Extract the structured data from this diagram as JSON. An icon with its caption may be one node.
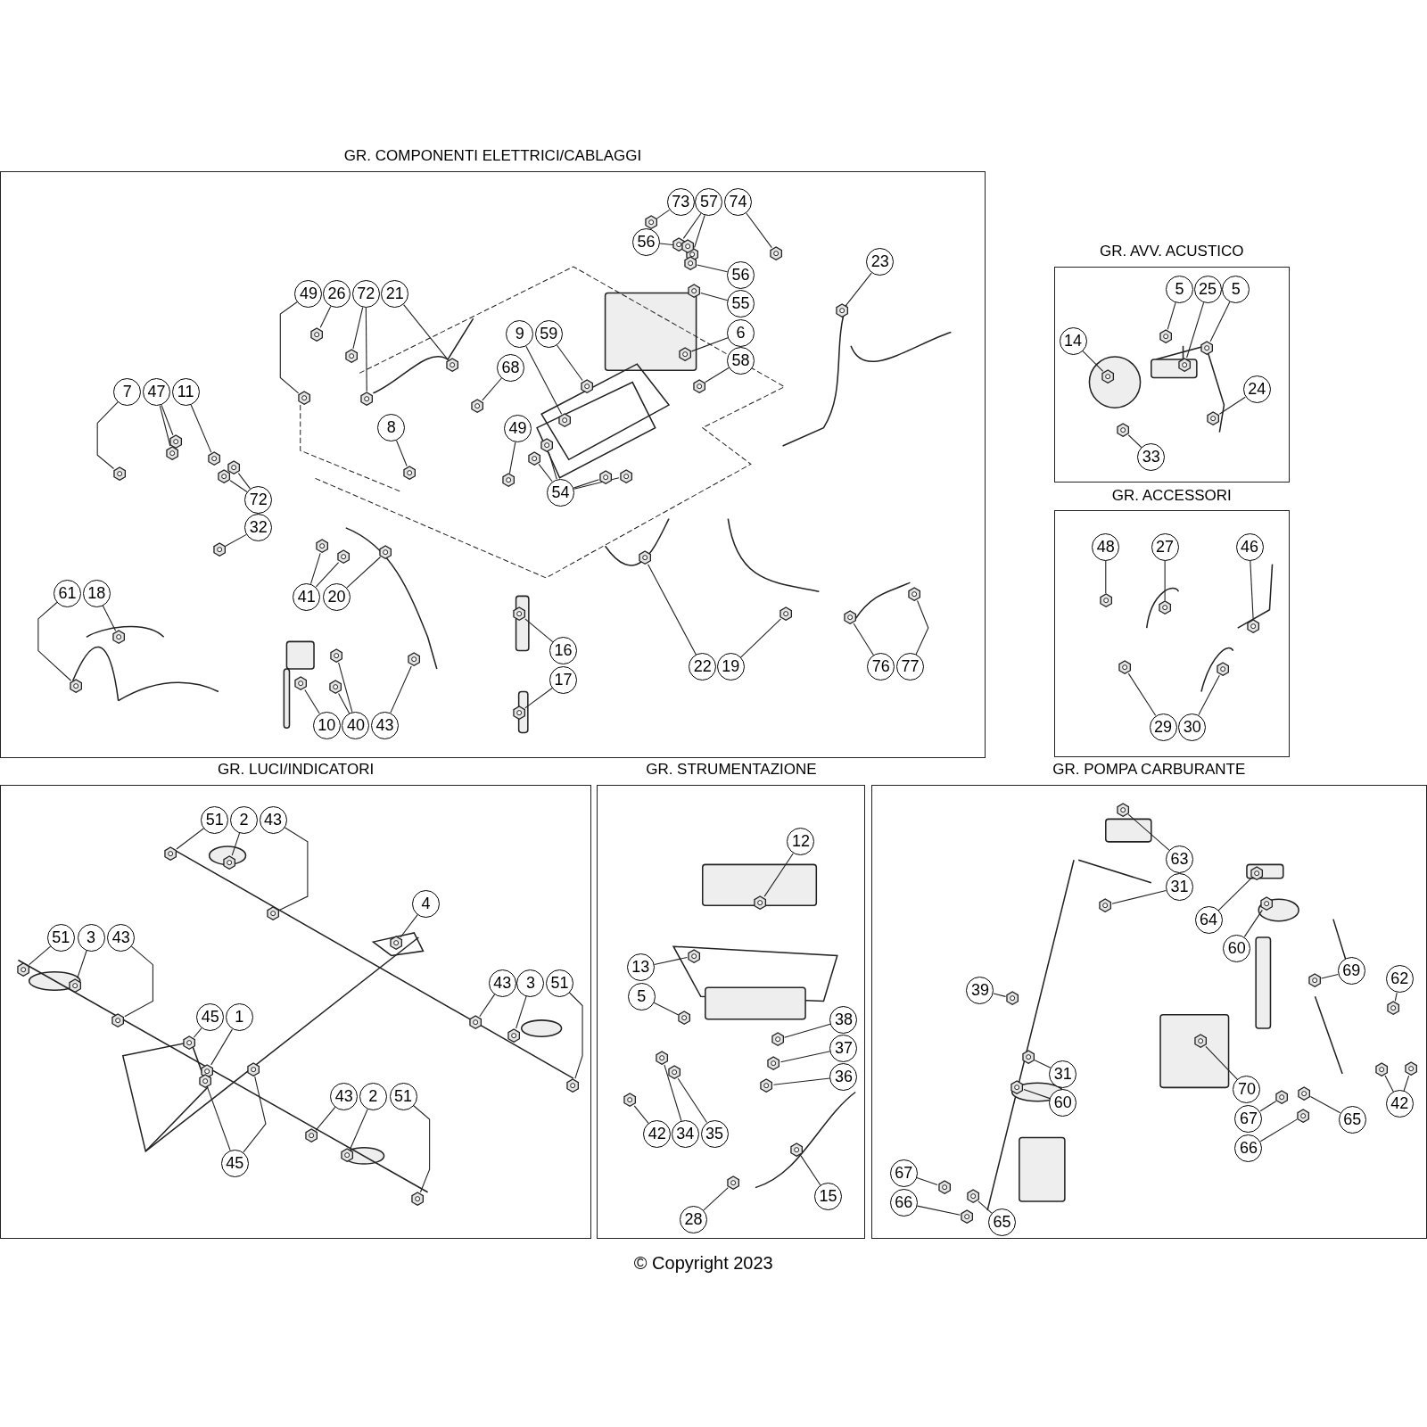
{
  "diagram": {
    "nodes": [
      {
        "text": [
          "GR. COMPONENTI ELETTRICI/CABLAGGI"
        ]
      },
      {
        "text": [
          "73"
        ],
        "in": 0
      },
      {
        "text": [
          "57"
        ],
        "in": 0
      },
      {
        "text": [
          "74"
        ],
        "in": 0
      },
      {
        "text": [
          "56"
        ],
        "in": 0
      },
      {
        "text": [
          "56"
        ],
        "in": 0
      },
      {
        "text": [
          "23"
        ],
        "in": 0
      },
      {
        "text": [
          "49"
        ],
        "in": 0
      },
      {
        "text": [
          "26"
        ],
        "in": 0
      },
      {
        "text": [
          "72"
        ],
        "in": 0
      },
      {
        "text": [
          "21"
        ],
        "in": 0
      },
      {
        "text": [
          "55"
        ],
        "in": 0
      },
      {
        "text": [
          "6"
        ],
        "in": 0
      },
      {
        "text": [
          "9"
        ],
        "in": 0
      },
      {
        "text": [
          "59"
        ],
        "in": 0
      },
      {
        "text": [
          "58"
        ],
        "in": 0
      },
      {
        "text": [
          "68"
        ],
        "in": 0
      },
      {
        "text": [
          "7"
        ],
        "in": 0
      },
      {
        "text": [
          "47"
        ],
        "in": 0
      },
      {
        "text": [
          "11"
        ],
        "in": 0
      },
      {
        "text": [
          "8"
        ],
        "in": 0
      },
      {
        "text": [
          "49"
        ],
        "in": 0
      },
      {
        "text": [
          "54"
        ],
        "in": 0
      },
      {
        "text": [
          "72"
        ],
        "in": 0
      },
      {
        "text": [
          "32"
        ],
        "in": 0
      },
      {
        "text": [
          "61"
        ],
        "in": 0
      },
      {
        "text": [
          "18"
        ],
        "in": 0
      },
      {
        "text": [
          "41"
        ],
        "in": 0
      },
      {
        "text": [
          "20"
        ],
        "in": 0
      },
      {
        "text": [
          "16"
        ],
        "in": 0
      },
      {
        "text": [
          "22"
        ],
        "in": 0
      },
      {
        "text": [
          "19"
        ],
        "in": 0
      },
      {
        "text": [
          "76"
        ],
        "in": 0
      },
      {
        "text": [
          "77"
        ],
        "in": 0
      },
      {
        "text": [
          "17"
        ],
        "in": 0
      },
      {
        "text": [
          "10"
        ],
        "in": 0
      },
      {
        "text": [
          "40"
        ],
        "in": 0
      },
      {
        "text": [
          "43"
        ],
        "in": 0
      },
      {
        "text": [
          "GR. AVV. ACUSTICO"
        ]
      },
      {
        "text": [
          "5"
        ],
        "in": 38
      },
      {
        "text": [
          "25"
        ],
        "in": 38
      },
      {
        "text": [
          "5"
        ],
        "in": 38
      },
      {
        "text": [
          "14"
        ],
        "in": 38
      },
      {
        "text": [
          "24"
        ],
        "in": 38
      },
      {
        "text": [
          "33"
        ],
        "in": 38
      },
      {
        "text": [
          "GR. ACCESSORI"
        ]
      },
      {
        "text": [
          "48"
        ],
        "in": 45
      },
      {
        "text": [
          "27"
        ],
        "in": 45
      },
      {
        "text": [
          "46"
        ],
        "in": 45
      },
      {
        "text": [
          "29"
        ],
        "in": 45
      },
      {
        "text": [
          "30"
        ],
        "in": 45
      },
      {
        "text": [
          "GR. LUCI/INDICATORI"
        ]
      },
      {
        "text": [
          "51"
        ],
        "in": 51
      },
      {
        "text": [
          "2"
        ],
        "in": 51
      },
      {
        "text": [
          "43"
        ],
        "in": 51
      },
      {
        "text": [
          "4"
        ],
        "in": 51
      },
      {
        "text": [
          "51"
        ],
        "in": 51
      },
      {
        "text": [
          "3"
        ],
        "in": 51
      },
      {
        "text": [
          "43"
        ],
        "in": 51
      },
      {
        "text": [
          "43"
        ],
        "in": 51
      },
      {
        "text": [
          "3"
        ],
        "in": 51
      },
      {
        "text": [
          "51"
        ],
        "in": 51
      },
      {
        "text": [
          "45"
        ],
        "in": 51
      },
      {
        "text": [
          "1"
        ],
        "in": 51
      },
      {
        "text": [
          "43"
        ],
        "in": 51
      },
      {
        "text": [
          "2"
        ],
        "in": 51
      },
      {
        "text": [
          "51"
        ],
        "in": 51
      },
      {
        "text": [
          "45"
        ],
        "in": 51
      },
      {
        "text": [
          "GR. STRUMENTAZIONE"
        ]
      },
      {
        "text": [
          "12"
        ],
        "in": 68
      },
      {
        "text": [
          "13"
        ],
        "in": 68
      },
      {
        "text": [
          "5"
        ],
        "in": 68
      },
      {
        "text": [
          "38"
        ],
        "in": 68
      },
      {
        "text": [
          "37"
        ],
        "in": 68
      },
      {
        "text": [
          "36"
        ],
        "in": 68
      },
      {
        "text": [
          "42"
        ],
        "in": 68
      },
      {
        "text": [
          "34"
        ],
        "in": 68
      },
      {
        "text": [
          "35"
        ],
        "in": 68
      },
      {
        "text": [
          "15"
        ],
        "in": 68
      },
      {
        "text": [
          "28"
        ],
        "in": 68
      },
      {
        "text": [
          "GR. POMPA CARBURANTE"
        ]
      },
      {
        "text": [
          "63"
        ],
        "in": 80
      },
      {
        "text": [
          "31"
        ],
        "in": 80
      },
      {
        "text": [
          "64"
        ],
        "in": 80
      },
      {
        "text": [
          "60"
        ],
        "in": 80
      },
      {
        "text": [
          "69"
        ],
        "in": 80
      },
      {
        "text": [
          "62"
        ],
        "in": 80
      },
      {
        "text": [
          "39"
        ],
        "in": 80
      },
      {
        "text": [
          "31"
        ],
        "in": 80
      },
      {
        "text": [
          "70"
        ],
        "in": 80
      },
      {
        "text": [
          "60"
        ],
        "in": 80
      },
      {
        "text": [
          "42"
        ],
        "in": 80
      },
      {
        "text": [
          "67"
        ],
        "in": 80
      },
      {
        "text": [
          "65"
        ],
        "in": 80
      },
      {
        "text": [
          "66"
        ],
        "in": 80
      },
      {
        "text": [
          "67"
        ],
        "in": 80
      },
      {
        "text": [
          "66"
        ],
        "in": 80
      },
      {
        "text": [
          "65"
        ],
        "in": 80
      },
      {
        "text": [],
        "shape": "picture",
        "in": 0
      },
      {
        "text": [],
        "shape": "picture",
        "in": 0
      },
      {
        "text": [],
        "shape": "picture",
        "in": 0
      },
      {
        "text": [],
        "shape": "picture",
        "in": 0
      },
      {
        "text": [],
        "shape": "picture",
        "in": 0
      },
      {
        "text": [],
        "shape": "picture",
        "in": 0
      },
      {
        "text": [],
        "shape": "picture",
        "in": 0
      },
      {
        "text": [],
        "shape": "picture",
        "in": 0
      },
      {
        "text": [],
        "shape": "picture",
        "in": 0
      },
      {
        "text": [],
        "shape": "picture",
        "in": 0
      },
      {
        "text": [],
        "shape": "picture",
        "in": 0
      },
      {
        "text": [],
        "shape": "picture",
        "in": 0
      },
      {
        "text": [],
        "shape": "picture",
        "in": 0
      },
      {
        "text": [],
        "shape": "picture",
        "in": 0
      },
      {
        "text": [],
        "shape": "picture",
        "in": 0
      },
      {
        "text": [],
        "shape": "picture",
        "in": 0
      },
      {
        "text": [],
        "shape": "picture",
        "in": 0
      },
      {
        "text": [],
        "shape": "picture",
        "in": 0
      },
      {
        "text": [],
        "shape": "picture",
        "in": 0
      },
      {
        "text": [],
        "shape": "picture",
        "in": 0
      },
      {
        "text": [],
        "shape": "picture",
        "in": 0
      },
      {
        "text": [],
        "shape": "picture",
        "in": 0
      },
      {
        "text": [],
        "shape": "picture",
        "in": 0
      },
      {
        "text": [],
        "shape": "picture",
        "in": 0
      },
      {
        "text": [],
        "shape": "picture",
        "in": 0
      },
      {
        "text": [],
        "shape": "picture",
        "in": 0
      },
      {
        "text": [],
        "shape": "picture",
        "in": 0
      },
      {
        "text": [],
        "shape": "picture",
        "in": 0
      },
      {
        "text": [],
        "shape": "picture",
        "in": 0
      },
      {
        "text": [],
        "shape": "picture",
        "in": 0
      },
      {
        "text": [],
        "shape": "picture",
        "in": 0
      },
      {
        "text": [],
        "shape": "picture",
        "in": 0
      },
      {
        "text": [],
        "shape": "picture",
        "in": 0
      },
      {
        "text": [],
        "shape": "picture",
        "in": 0
      },
      {
        "text": [],
        "shape": "picture",
        "in": 0
      },
      {
        "text": [],
        "shape": "picture",
        "in": 0
      },
      {
        "text": [],
        "shape": "picture",
        "in": 0
      },
      {
        "text": [],
        "shape": "picture",
        "in": 0
      },
      {
        "text": [],
        "shape": "picture",
        "in": 0
      },
      {
        "text": [],
        "shape": "picture",
        "in": 0
      },
      {
        "text": [],
        "shape": "picture",
        "in": 0
      },
      {
        "text": [],
        "shape": "picture",
        "in": 0
      },
      {
        "text": [],
        "shape": "picture",
        "in": 0
      },
      {
        "text": [],
        "shape": "picture",
        "in": 0
      },
      {
        "text": [],
        "shape": "picture",
        "in": 0
      },
      {
        "text": [],
        "shape": "picture",
        "in": 0
      },
      {
        "text": [],
        "shape": "picture",
        "in": 38
      },
      {
        "text": [],
        "shape": "picture",
        "in": 38
      },
      {
        "text": [],
        "shape": "picture",
        "in": 38
      },
      {
        "text": [],
        "shape": "picture",
        "in": 38
      },
      {
        "text": [],
        "shape": "picture",
        "in": 38
      },
      {
        "text": [],
        "shape": "picture",
        "in": 38
      },
      {
        "text": [],
        "shape": "picture",
        "in": 45
      },
      {
        "text": [],
        "shape": "picture",
        "in": 45
      },
      {
        "text": [],
        "shape": "picture",
        "in": 45
      },
      {
        "text": [],
        "shape": "picture",
        "in": 45
      },
      {
        "text": [],
        "shape": "picture",
        "in": 45
      },
      {
        "text": [],
        "shape": "picture",
        "in": 51
      },
      {
        "text": [],
        "shape": "picture",
        "in": 51
      },
      {
        "text": [],
        "shape": "picture",
        "in": 51
      },
      {
        "text": [],
        "shape": "picture",
        "in": 51
      },
      {
        "text": [],
        "shape": "picture",
        "in": 51
      },
      {
        "text": [],
        "shape": "picture",
        "in": 51
      },
      {
        "text": [],
        "shape": "picture",
        "in": 51
      },
      {
        "text": [],
        "shape": "picture",
        "in": 51
      },
      {
        "text": [],
        "shape": "picture",
        "in": 51
      },
      {
        "text": [],
        "shape": "picture",
        "in": 51
      },
      {
        "text": [],
        "shape": "picture",
        "in": 51
      },
      {
        "text": [],
        "shape": "picture",
        "in": 51
      },
      {
        "text": [],
        "shape": "picture",
        "in": 51
      },
      {
        "text": [],
        "shape": "picture",
        "in": 51
      },
      {
        "text": [],
        "shape": "picture",
        "in": 51
      },
      {
        "text": [],
        "shape": "picture",
        "in": 51
      },
      {
        "text": [],
        "shape": "picture",
        "in": 51
      },
      {
        "text": [],
        "shape": "picture",
        "in": 68
      },
      {
        "text": [],
        "shape": "picture",
        "in": 68
      },
      {
        "text": [],
        "shape": "picture",
        "in": 68
      },
      {
        "text": [],
        "shape": "picture",
        "in": 68
      },
      {
        "text": [],
        "shape": "picture",
        "in": 68
      },
      {
        "text": [],
        "shape": "picture",
        "in": 68
      },
      {
        "text": [],
        "shape": "picture",
        "in": 68
      },
      {
        "text": [],
        "shape": "picture",
        "in": 68
      },
      {
        "text": [],
        "shape": "picture",
        "in": 68
      },
      {
        "text": [],
        "shape": "picture",
        "in": 68
      },
      {
        "text": [],
        "shape": "picture",
        "in": 68
      },
      {
        "text": [],
        "shape": "picture",
        "in": 80
      },
      {
        "text": [],
        "shape": "picture",
        "in": 80
      },
      {
        "text": [],
        "shape": "picture",
        "in": 80
      },
      {
        "text": [],
        "shape": "picture",
        "in": 80
      },
      {
        "text": [],
        "shape": "picture",
        "in": 80
      },
      {
        "text": [],
        "shape": "picture",
        "in": 80
      },
      {
        "text": [],
        "shape": "picture",
        "in": 80
      },
      {
        "text": [],
        "shape": "picture",
        "in": 80
      },
      {
        "text": [],
        "shape": "picture",
        "in": 80
      },
      {
        "text": [],
        "shape": "picture",
        "in": 80
      },
      {
        "text": [],
        "shape": "picture",
        "in": 80
      },
      {
        "text": [],
        "shape": "picture",
        "in": 80
      },
      {
        "text": [],
        "shape": "picture",
        "in": 80
      },
      {
        "text": [],
        "shape": "picture",
        "in": 80
      },
      {
        "text": [],
        "shape": "picture",
        "in": 80
      },
      {
        "text": [],
        "shape": "picture",
        "in": 80
      },
      {
        "text": [],
        "shape": "picture",
        "in": 80
      },
      {
        "text": [],
        "shape": "picture",
        "in": 80
      }
    ],
    "edges": [
      {
        "from": 1,
        "to": 98,
        "arrow": "none"
      },
      {
        "from": 2,
        "to": 99,
        "arrow": "none"
      },
      {
        "from": 2,
        "to": 100,
        "arrow": "none"
      },
      {
        "from": 3,
        "to": 101,
        "arrow": "none"
      },
      {
        "from": 4,
        "to": 102,
        "arrow": "none"
      },
      {
        "from": 5,
        "to": 103,
        "arrow": "none"
      },
      {
        "from": 6,
        "to": 104,
        "arrow": "none"
      },
      {
        "from": 7,
        "to": 105,
        "arrow": "none"
      },
      {
        "from": 8,
        "to": 106,
        "arrow": "none"
      },
      {
        "from": 9,
        "to": 107,
        "arrow": "none"
      },
      {
        "from": 9,
        "to": 108,
        "arrow": "none"
      },
      {
        "from": 10,
        "to": 109,
        "arrow": "none"
      },
      {
        "from": 11,
        "to": 110,
        "arrow": "none"
      },
      {
        "from": 12,
        "to": 111,
        "arrow": "none"
      },
      {
        "from": 13,
        "to": 112,
        "arrow": "none"
      },
      {
        "from": 14,
        "to": 113,
        "arrow": "none"
      },
      {
        "from": 15,
        "to": 114,
        "arrow": "none"
      },
      {
        "from": 16,
        "to": 115,
        "arrow": "none"
      },
      {
        "from": 17,
        "to": 116,
        "arrow": "none"
      },
      {
        "from": 18,
        "to": 117,
        "arrow": "none"
      },
      {
        "from": 18,
        "to": 118,
        "arrow": "none"
      },
      {
        "from": 19,
        "to": 119,
        "arrow": "none"
      },
      {
        "from": 20,
        "to": 120,
        "arrow": "none"
      },
      {
        "from": 21,
        "to": 121,
        "arrow": "none"
      },
      {
        "from": 22,
        "to": 122,
        "arrow": "none"
      },
      {
        "from": 22,
        "to": 123,
        "arrow": "none"
      },
      {
        "from": 22,
        "to": 124,
        "arrow": "none"
      },
      {
        "from": 22,
        "to": 125,
        "arrow": "none"
      },
      {
        "from": 23,
        "to": 126,
        "arrow": "none"
      },
      {
        "from": 23,
        "to": 127,
        "arrow": "none"
      },
      {
        "from": 24,
        "to": 128,
        "arrow": "none"
      },
      {
        "from": 25,
        "to": 129,
        "arrow": "none"
      },
      {
        "from": 26,
        "to": 130,
        "arrow": "none"
      },
      {
        "from": 27,
        "to": 131,
        "arrow": "none"
      },
      {
        "from": 27,
        "to": 132,
        "arrow": "none"
      },
      {
        "from": 28,
        "to": 133,
        "arrow": "none"
      },
      {
        "from": 29,
        "to": 134,
        "arrow": "none"
      },
      {
        "from": 30,
        "to": 135,
        "arrow": "none"
      },
      {
        "from": 31,
        "to": 136,
        "arrow": "none"
      },
      {
        "from": 32,
        "to": 137,
        "arrow": "none"
      },
      {
        "from": 33,
        "to": 138,
        "arrow": "none"
      },
      {
        "from": 34,
        "to": 139,
        "arrow": "none"
      },
      {
        "from": 35,
        "to": 140,
        "arrow": "none"
      },
      {
        "from": 36,
        "to": 141,
        "arrow": "none"
      },
      {
        "from": 36,
        "to": 142,
        "arrow": "none"
      },
      {
        "from": 37,
        "to": 143,
        "arrow": "none"
      },
      {
        "from": 39,
        "to": 144,
        "arrow": "none"
      },
      {
        "from": 40,
        "to": 145,
        "arrow": "none"
      },
      {
        "from": 41,
        "to": 146,
        "arrow": "none"
      },
      {
        "from": 42,
        "to": 147,
        "arrow": "none"
      },
      {
        "from": 43,
        "to": 148,
        "arrow": "none"
      },
      {
        "from": 44,
        "to": 149,
        "arrow": "none"
      },
      {
        "from": 46,
        "to": 150,
        "arrow": "none"
      },
      {
        "from": 47,
        "to": 151,
        "arrow": "none"
      },
      {
        "from": 48,
        "to": 152,
        "arrow": "none"
      },
      {
        "from": 49,
        "to": 153,
        "arrow": "none"
      },
      {
        "from": 50,
        "to": 154,
        "arrow": "none"
      },
      {
        "from": 52,
        "to": 155,
        "arrow": "none"
      },
      {
        "from": 53,
        "to": 156,
        "arrow": "none"
      },
      {
        "from": 54,
        "to": 157,
        "arrow": "none"
      },
      {
        "from": 55,
        "to": 158,
        "arrow": "none"
      },
      {
        "from": 56,
        "to": 159,
        "arrow": "none"
      },
      {
        "from": 57,
        "to": 160,
        "arrow": "none"
      },
      {
        "from": 58,
        "to": 161,
        "arrow": "none"
      },
      {
        "from": 59,
        "to": 162,
        "arrow": "none"
      },
      {
        "from": 60,
        "to": 163,
        "arrow": "none"
      },
      {
        "from": 61,
        "to": 164,
        "arrow": "none"
      },
      {
        "from": 62,
        "to": 165,
        "arrow": "none"
      },
      {
        "from": 63,
        "to": 166,
        "arrow": "none"
      },
      {
        "from": 64,
        "to": 167,
        "arrow": "none"
      },
      {
        "from": 65,
        "to": 168,
        "arrow": "none"
      },
      {
        "from": 66,
        "to": 169,
        "arrow": "none"
      },
      {
        "from": 67,
        "to": 170,
        "arrow": "none"
      },
      {
        "from": 67,
        "to": 171,
        "arrow": "none"
      },
      {
        "from": 69,
        "to": 172,
        "arrow": "none"
      },
      {
        "from": 70,
        "to": 173,
        "arrow": "none"
      },
      {
        "from": 71,
        "to": 174,
        "arrow": "none"
      },
      {
        "from": 72,
        "to": 175,
        "arrow": "none"
      },
      {
        "from": 73,
        "to": 176,
        "arrow": "none"
      },
      {
        "from": 74,
        "to": 177,
        "arrow": "none"
      },
      {
        "from": 75,
        "to": 178,
        "arrow": "none"
      },
      {
        "from": 76,
        "to": 179,
        "arrow": "none"
      },
      {
        "from": 77,
        "to": 180,
        "arrow": "none"
      },
      {
        "from": 78,
        "to": 181,
        "arrow": "none"
      },
      {
        "from": 79,
        "to": 182,
        "arrow": "none"
      },
      {
        "from": 81,
        "to": 183,
        "arrow": "none"
      },
      {
        "from": 82,
        "to": 184,
        "arrow": "none"
      },
      {
        "from": 83,
        "to": 185,
        "arrow": "none"
      },
      {
        "from": 84,
        "to": 186,
        "arrow": "none"
      },
      {
        "from": 85,
        "to": 187,
        "arrow": "none"
      },
      {
        "from": 86,
        "to": 188,
        "arrow": "none"
      },
      {
        "from": 87,
        "to": 189,
        "arrow": "none"
      },
      {
        "from": 88,
        "to": 190,
        "arrow": "none"
      },
      {
        "from": 89,
        "to": 191,
        "arrow": "none"
      },
      {
        "from": 90,
        "to": 192,
        "arrow": "none"
      },
      {
        "from": 91,
        "to": 193,
        "arrow": "none"
      },
      {
        "from": 91,
        "to": 194,
        "arrow": "none"
      },
      {
        "from": 92,
        "to": 195,
        "arrow": "none"
      },
      {
        "from": 93,
        "to": 196,
        "arrow": "none"
      },
      {
        "from": 94,
        "to": 197,
        "arrow": "none"
      },
      {
        "from": 95,
        "to": 198,
        "arrow": "none"
      },
      {
        "from": 96,
        "to": 199,
        "arrow": "none"
      },
      {
        "from": 97,
        "to": 200,
        "arrow": "none"
      }
    ],
    "labels": [
      "© Copyright 2023"
    ]
  }
}
